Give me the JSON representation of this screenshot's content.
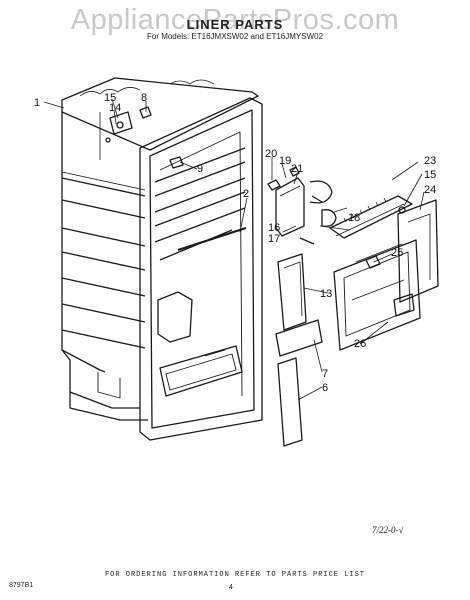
{
  "header": {
    "watermark": "AppliancePartsPros.com",
    "title": "LINER PARTS",
    "models": "For Models: ET16JMXSW02 and ET16JMYSW02"
  },
  "callouts": [
    "1",
    "15",
    "14",
    "8",
    "9",
    "2",
    "20",
    "19",
    "21",
    "18",
    "16",
    "17",
    "23",
    "15",
    "24",
    "25",
    "13",
    "26",
    "7",
    "6"
  ],
  "footer": {
    "note": "FOR ORDERING INFORMATION REFER TO PARTS PRICE LIST",
    "doc_number": "8797B1",
    "page": "4",
    "stamp": "7/22-0-√"
  }
}
